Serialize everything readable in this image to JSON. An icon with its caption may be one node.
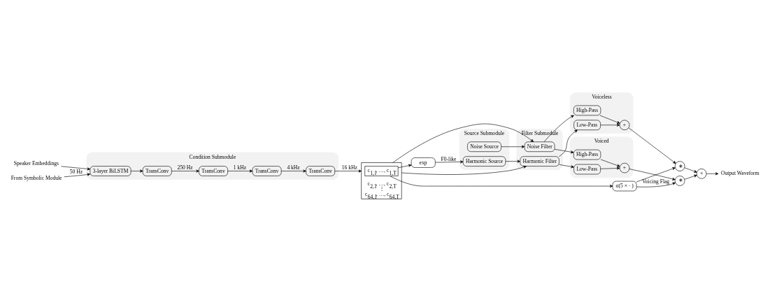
{
  "diagram": {
    "nodes": [
      {
        "text": [
          "Source Submodule"
        ]
      },
      {
        "text": [
          "Noise Source"
        ],
        "in": 0
      },
      {
        "text": [
          "Harmonic Source"
        ],
        "in": 0
      },
      {
        "text": [
          "Filter Submodule"
        ]
      },
      {
        "text": [
          "Noise Filter"
        ],
        "in": 3
      },
      {
        "text": [
          "Harmonic Filter"
        ],
        "in": 3
      },
      {
        "text": [
          "Voiced"
        ]
      },
      {
        "text": [
          "High-Pass"
        ],
        "in": 6
      },
      {
        "text": [
          "+"
        ],
        "in": 6
      },
      {
        "text": [
          "Low-Pass"
        ],
        "in": 6
      },
      {
        "text": [
          "∗"
        ]
      },
      {
        "text": [
          "+"
        ]
      },
      {
        "text": [
          "Voiceless"
        ]
      },
      {
        "text": [
          "High-Pass"
        ],
        "in": 12
      },
      {
        "text": [
          "+"
        ],
        "in": 12
      },
      {
        "text": [
          "Low-Pass"
        ],
        "in": 12
      },
      {
        "text": [
          "∗"
        ]
      },
      {
        "text": [
          "Output Waveform"
        ]
      },
      {
        "text": [
          "exp"
        ]
      },
      {
        "text": [
          "c$_{2,1}$, …, c$_{2,T}$",
          "⋮",
          "c$_{64,1}$, …, c$_{64,T}$"
        ]
      },
      {
        "text": [
          "c$_{1,1}$, …, c$_{1,T}$"
        ],
        "in": 19
      },
      {
        "text": [
          "σ(5 × · )"
        ]
      },
      {
        "text": [
          "Condition Submodule"
        ]
      },
      {
        "text": [
          "TransConv"
        ],
        "in": 22
      },
      {
        "text": [
          "TransConv"
        ],
        "in": 22
      },
      {
        "text": [
          "TransConv"
        ],
        "in": 22
      },
      {
        "text": [
          "TransConv"
        ],
        "in": 22
      },
      {
        "text": [
          "3-layer BiLSTM"
        ],
        "in": 22
      },
      {
        "text": [
          "Speaker Embeddings"
        ]
      },
      {
        "text": [
          "From Symbolic Module"
        ]
      }
    ],
    "edges": [
      {
        "from": 1,
        "to": 4,
        "arrow": "to"
      },
      {
        "from": 2,
        "to": 5,
        "arrow": "to"
      },
      {
        "from": 4,
        "to": 7,
        "arrow": "to"
      },
      {
        "from": 4,
        "to": 13,
        "arrow": "to"
      },
      {
        "from": 5,
        "to": 9,
        "arrow": "to"
      },
      {
        "from": 5,
        "to": 15,
        "arrow": "to"
      },
      {
        "from": 7,
        "to": 8,
        "arrow": "to"
      },
      {
        "from": 9,
        "to": 8,
        "arrow": "to"
      },
      {
        "from": 8,
        "to": 10,
        "arrow": "to"
      },
      {
        "from": 10,
        "to": 11,
        "arrow": "to"
      },
      {
        "from": 13,
        "to": 14,
        "arrow": "to"
      },
      {
        "from": 15,
        "to": 14,
        "arrow": "to"
      },
      {
        "from": 14,
        "to": 16,
        "arrow": "to"
      },
      {
        "from": 16,
        "to": 11,
        "arrow": "to"
      },
      {
        "from": 11,
        "to": 17,
        "arrow": "to"
      },
      {
        "from": 18,
        "to": 2,
        "arrow": "to",
        "label": "F0-like"
      },
      {
        "from": 19,
        "to": 5,
        "arrow": "to"
      },
      {
        "from": 19,
        "to": 4,
        "arrow": "to"
      },
      {
        "from": 20,
        "to": 18,
        "arrow": "to"
      },
      {
        "from": 20,
        "to": 21,
        "arrow": "to"
      },
      {
        "from": 21,
        "to": 10,
        "arrow": "to",
        "label": "Voicing Flag"
      },
      {
        "from": 21,
        "to": 16,
        "arrow": "to"
      },
      {
        "from": 23,
        "to": 19,
        "arrow": "to",
        "label": "16 kHz"
      },
      {
        "from": 24,
        "to": 23,
        "arrow": "to",
        "label": "4 kHz"
      },
      {
        "from": 25,
        "to": 24,
        "arrow": "to",
        "label": "1 kHz"
      },
      {
        "from": 26,
        "to": 25,
        "arrow": "to",
        "label": "250 Hz"
      },
      {
        "from": 27,
        "to": 26,
        "arrow": "to"
      },
      {
        "from": 28,
        "to": 27,
        "arrow": "to"
      },
      {
        "from": 29,
        "to": 27,
        "arrow": "to",
        "label": "50 Hz"
      }
    ]
  }
}
